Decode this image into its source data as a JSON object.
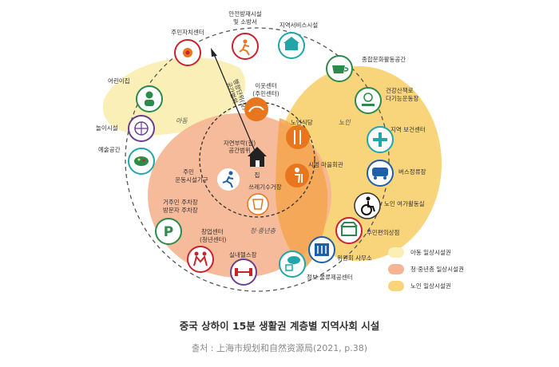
{
  "facilities": {
    "residents_center": "주민자치센터",
    "safety_fire": [
      "안전방재시설",
      "및 소방서"
    ],
    "regional_service": "지역서비스시설",
    "cultural_activity": "종합문화활동공간",
    "health_trail": [
      "건강산책로",
      "다기능운동장"
    ],
    "kindergarten": "어린이집",
    "playground": "놀이시설",
    "art_space": "예술공간",
    "neighbor_center": [
      "이웃센터",
      "(주민센터)"
    ],
    "canteen": "노인식당",
    "elder_meeting": "시범 마을회관",
    "health_center": "지역 보건센터",
    "bus_stop": "버스정류장",
    "elder_leisure": "노인 여가활동실",
    "resident_sports": [
      "주민",
      "운동시설기구"
    ],
    "waste_station": "쓰레기수거장",
    "parking": [
      "거주민 주차장",
      "방문자 주차장"
    ],
    "startup_center": [
      "창업센터",
      "(청년센터)"
    ],
    "indoor_gym": "실내헬스장",
    "info_logistics": "정보·물류제공센터",
    "committee_office": "위원회 사무소",
    "convenience_store": "주민편의상점"
  },
  "center": {
    "home": "집",
    "walk_range": [
      "자연부락(길)",
      "공간범위"
    ],
    "walk_axis": [
      "행정단위(길)",
      "공간범위"
    ]
  },
  "zones": {
    "child": "아동",
    "elder": "노인",
    "youth": "청·중년층"
  },
  "legend": [
    {
      "label": "아동 일상시설권",
      "color": "#fbefb8"
    },
    {
      "label": "청·중년층 일상시설권",
      "color": "#f5b593"
    },
    {
      "label": "노인 일상시설권",
      "color": "#f8d57a"
    }
  ],
  "caption": {
    "title": "중국 상하이 15분 생활권 계층별 지역사회 시설",
    "source": "출처 : 上海市规划和自然资源局(2021, p.38)"
  },
  "colors": {
    "child": "#fbefb8",
    "youth": "#f5b593",
    "elder": "#f8d57a",
    "overlap": "#f4a54d",
    "icon_orange": "#e8761f",
    "icon_teal": "#20a6a8",
    "icon_green": "#2e8a4a",
    "icon_blue": "#1e5fa8",
    "icon_red": "#c8232c",
    "icon_purple": "#6b3f8f"
  }
}
